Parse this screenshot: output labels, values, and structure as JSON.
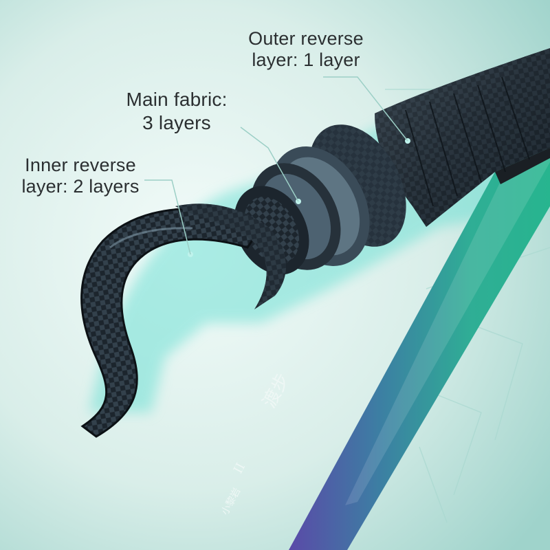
{
  "labels": {
    "outer": {
      "line1": "Outer reverse",
      "line2": "layer: 1 layer"
    },
    "main": {
      "line1": "Main fabric:",
      "line2": "3 layers"
    },
    "inner": {
      "line1": "Inner reverse",
      "line2": "layer: 2 layers"
    }
  },
  "rod_text": {
    "name": "渡步",
    "numeral": "II",
    "brand": "小黎岩"
  },
  "colors": {
    "background": "#d7ebe6",
    "glow": "#6fe0d4",
    "rod_teal": "#2fae95",
    "rod_purple": "#5a4aa8",
    "carbon_dark": "#1f2a33"
  }
}
